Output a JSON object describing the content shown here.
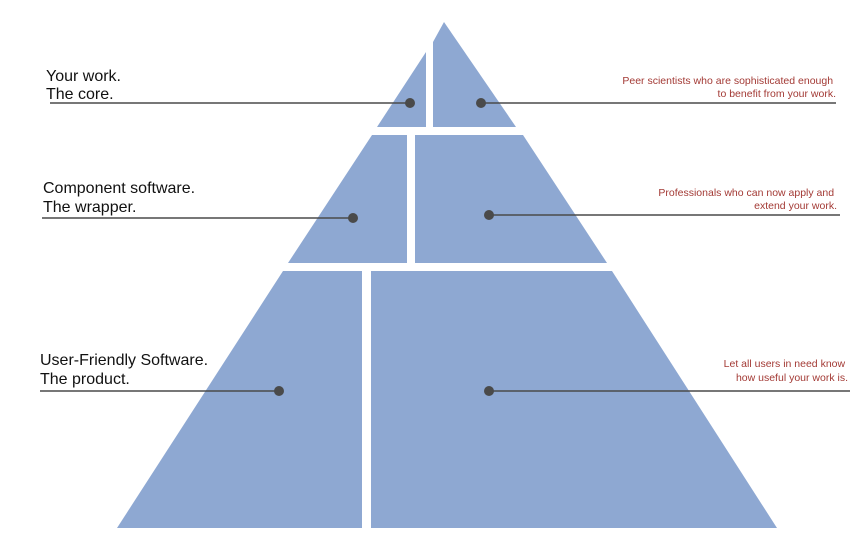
{
  "colors": {
    "pyramid_top": "#4f7fc0",
    "pyramid_bottom": "#8ea8d2",
    "left_text": "#111111",
    "right_text": "#a33a35",
    "leader_line": "#4a4a4a",
    "gap": "#ffffff"
  },
  "tiers": [
    {
      "name": "core",
      "left_label": [
        "Your work.",
        "The core."
      ],
      "right_label": [
        "Peer scientists who are sophisticated enough",
        "to benefit from your work."
      ]
    },
    {
      "name": "wrapper",
      "left_label": [
        "Component software.",
        "The wrapper."
      ],
      "right_label": [
        "Professionals who can now apply and",
        "extend your work."
      ]
    },
    {
      "name": "product",
      "left_label": [
        "User-Friendly Software.",
        "The product."
      ],
      "right_label": [
        "Let all users in need know",
        "how useful your work is."
      ]
    }
  ]
}
